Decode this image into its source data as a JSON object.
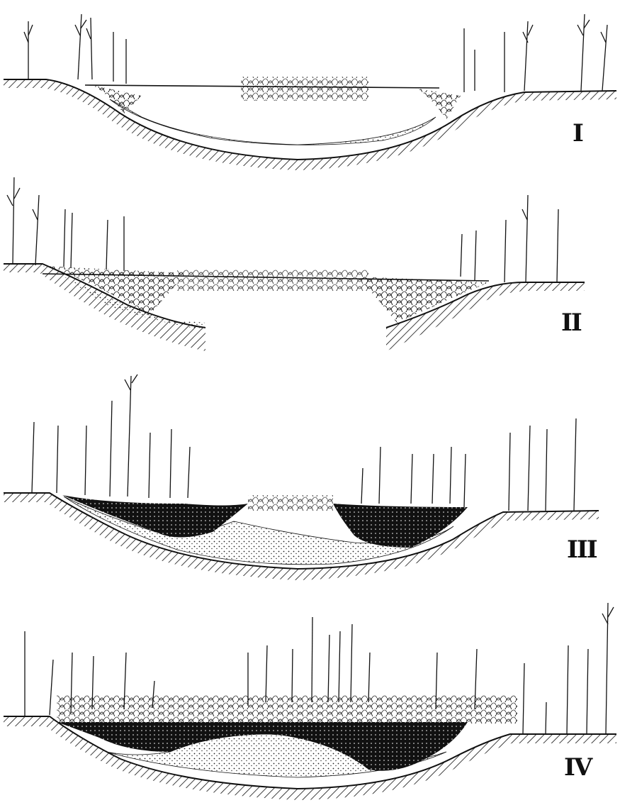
{
  "figure": {
    "panels": [
      {
        "numeral": "I"
      },
      {
        "numeral": "II"
      },
      {
        "numeral": "III"
      },
      {
        "numeral": "IV"
      }
    ]
  },
  "colors": {
    "ink": "#111111",
    "paper": "#ffffff"
  }
}
